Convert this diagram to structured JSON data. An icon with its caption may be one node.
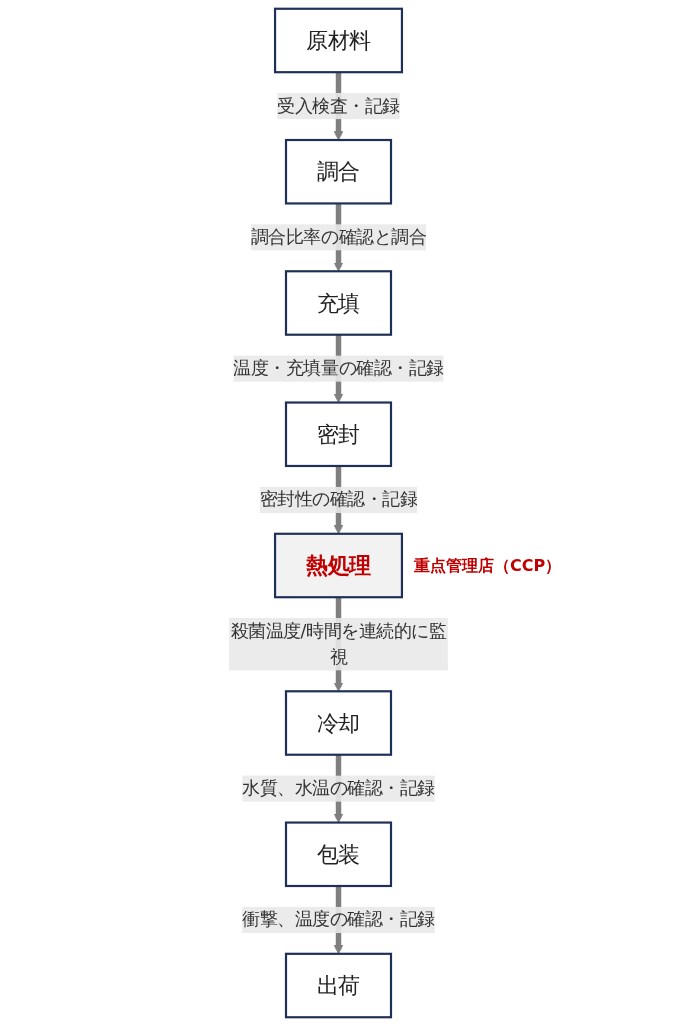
{
  "diagram": {
    "nodes": [
      {
        "text": [
          "原材料"
        ]
      },
      {
        "text": [
          "調合"
        ]
      },
      {
        "text": [
          "充填"
        ]
      },
      {
        "text": [
          "密封"
        ]
      },
      {
        "text": [
          "熱処理"
        ],
        "beside": [
          "重点管理店（CCP）"
        ]
      },
      {
        "text": [
          "冷却"
        ]
      },
      {
        "text": [
          "包装"
        ]
      },
      {
        "text": [
          "出荷"
        ]
      }
    ],
    "edges": [
      {
        "from": 0,
        "to": 1,
        "arrow": "to",
        "label": "受入検査・記録"
      },
      {
        "from": 1,
        "to": 2,
        "arrow": "to",
        "label": "調合比率の確認と調合"
      },
      {
        "from": 2,
        "to": 3,
        "arrow": "to",
        "label": "温度・充填量の確認・記録"
      },
      {
        "from": 3,
        "to": 4,
        "arrow": "to",
        "label": "密封性の確認・記録"
      },
      {
        "from": 4,
        "to": 5,
        "arrow": "to",
        "label": "殺菌温度/時間を連続的に監視"
      },
      {
        "from": 5,
        "to": 6,
        "arrow": "to",
        "label": "水質、水温の確認・記録"
      },
      {
        "from": 6,
        "to": 7,
        "arrow": "to",
        "label": "衝撃、温度の確認・記録"
      }
    ]
  }
}
